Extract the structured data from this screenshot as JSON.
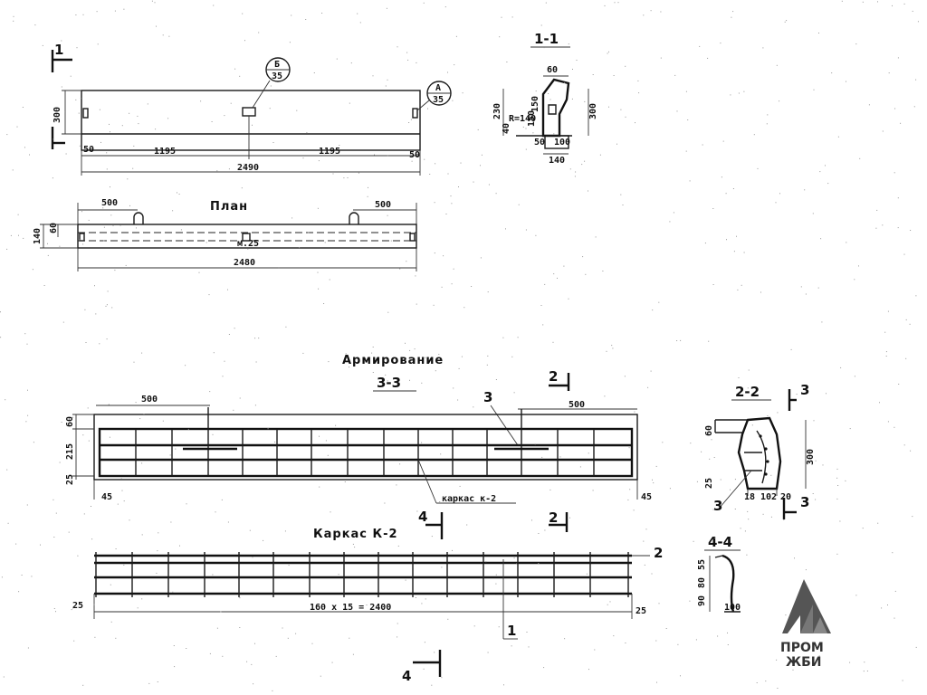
{
  "sections": {
    "s1": "1",
    "s11": "1-1",
    "s22": "2-2",
    "s33": "3-3",
    "s44": "4-4",
    "s2": "2",
    "s3": "3",
    "s4": "4"
  },
  "elevation": {
    "dim_height": "300",
    "dim_left_end": "50",
    "dim_right_end": "50",
    "dim_half_left": "1195",
    "dim_half_right": "1195",
    "dim_total": "2490",
    "callout_b": "Б",
    "callout_b_sheet": "35",
    "callout_a": "А",
    "callout_a_sheet": "35"
  },
  "plan": {
    "title": "План",
    "dim_left": "500",
    "dim_right": "500",
    "dim_width_outer": "140",
    "dim_width_inner": "60",
    "mark": "м.25",
    "dim_total": "2480"
  },
  "section11": {
    "top": "60",
    "h1": "150",
    "h2": "230",
    "h3": "300",
    "r": "R=140",
    "side": "150",
    "b1": "50",
    "b2": "100",
    "b3": "140",
    "b4": "40"
  },
  "reinforcement": {
    "title": "Армирование",
    "dim_left": "500",
    "dim_right": "500",
    "pos3": "3",
    "frame_label": "каркас к-2",
    "dim_top": "60",
    "dim_mid": "215",
    "dim_bot": "25",
    "end_left": "45",
    "end_right": "45"
  },
  "section22": {
    "height": "300",
    "top": "60",
    "bot": "25",
    "b1": "18",
    "b2": "102",
    "b3": "20",
    "pos3": "3"
  },
  "frame": {
    "title": "Каркас К-2",
    "pos2": "2",
    "pos1": "1",
    "end_left": "25",
    "end_right": "25",
    "spacing": "160 x 15 = 2400"
  },
  "section44": {
    "d1": "90",
    "d2": "80",
    "d3": "55",
    "b": "100"
  },
  "logo": {
    "line1": "ПРОМ",
    "line2": "ЖБИ"
  }
}
